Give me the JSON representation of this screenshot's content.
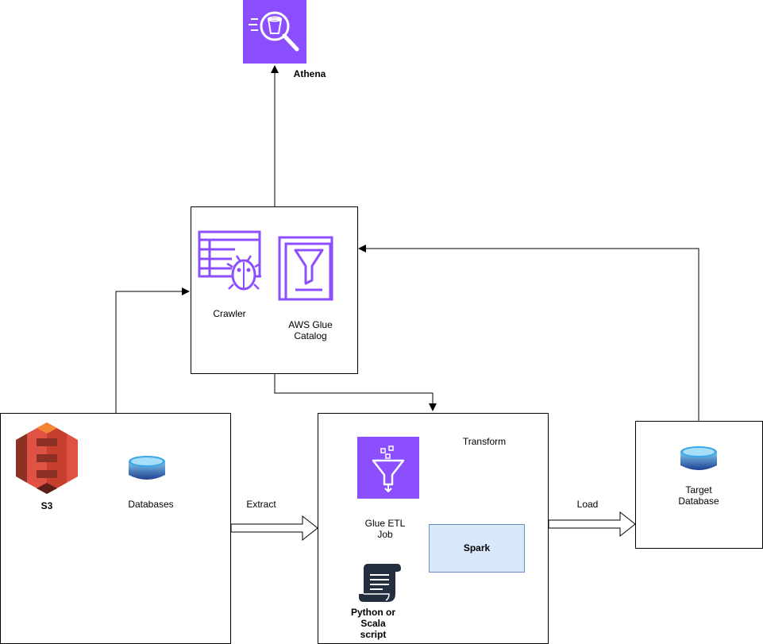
{
  "nodes": {
    "athena": {
      "label": "Athena",
      "icon": "athena-icon",
      "color": "#7b2ff2"
    },
    "crawler": {
      "label": "Crawler",
      "icon": "crawler-icon",
      "color": "#8c4fff"
    },
    "glue_catalog": {
      "label": "AWS Glue Catalog",
      "icon": "glue-catalog-icon",
      "color": "#8c4fff"
    },
    "s3": {
      "label": "S3",
      "icon": "s3-bucket-icon",
      "color": "#e05243"
    },
    "databases": {
      "label": "Databases",
      "icon": "database-icon",
      "color": "#1f5fa8"
    },
    "glue_etl_job": {
      "label": "Glue ETL Job",
      "icon": "glue-etl-funnel-icon",
      "color": "#8c4fff"
    },
    "transform": {
      "label": "Transform"
    },
    "spark": {
      "label": "Spark",
      "fill": "#dae8fc",
      "stroke": "#6c8ebf"
    },
    "python_script": {
      "label": "Python or Scala script",
      "icon": "script-scroll-icon",
      "color": "#232f3e"
    },
    "target_database": {
      "label": "Target Database",
      "icon": "database-icon",
      "color": "#1f5fa8"
    }
  },
  "edges": {
    "extract": {
      "label": "Extract"
    },
    "load": {
      "label": "Load"
    }
  }
}
